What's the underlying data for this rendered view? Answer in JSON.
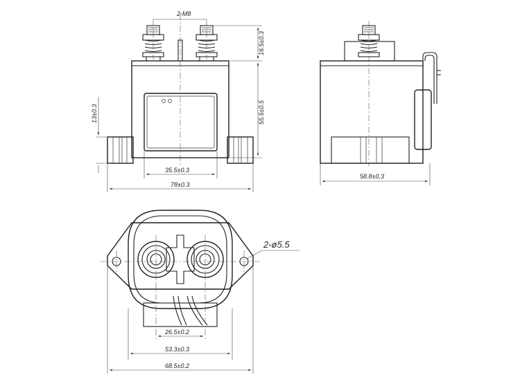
{
  "front_view": {
    "thread_label": "2-M8",
    "terminal_height": "16.5±0.3",
    "body_height": "55.5±0.5",
    "flange_height": "13±0.3",
    "window_width": "35.5±0.3",
    "overall_width": "78±0.3"
  },
  "side_view": {
    "depth": "58.8±0.3"
  },
  "bottom_view": {
    "hole_label": "2-ø5.5",
    "terminal_spacing": "26.5±0.2",
    "body_width": "53.3±0.3",
    "flange_width": "68.5±0.2"
  }
}
